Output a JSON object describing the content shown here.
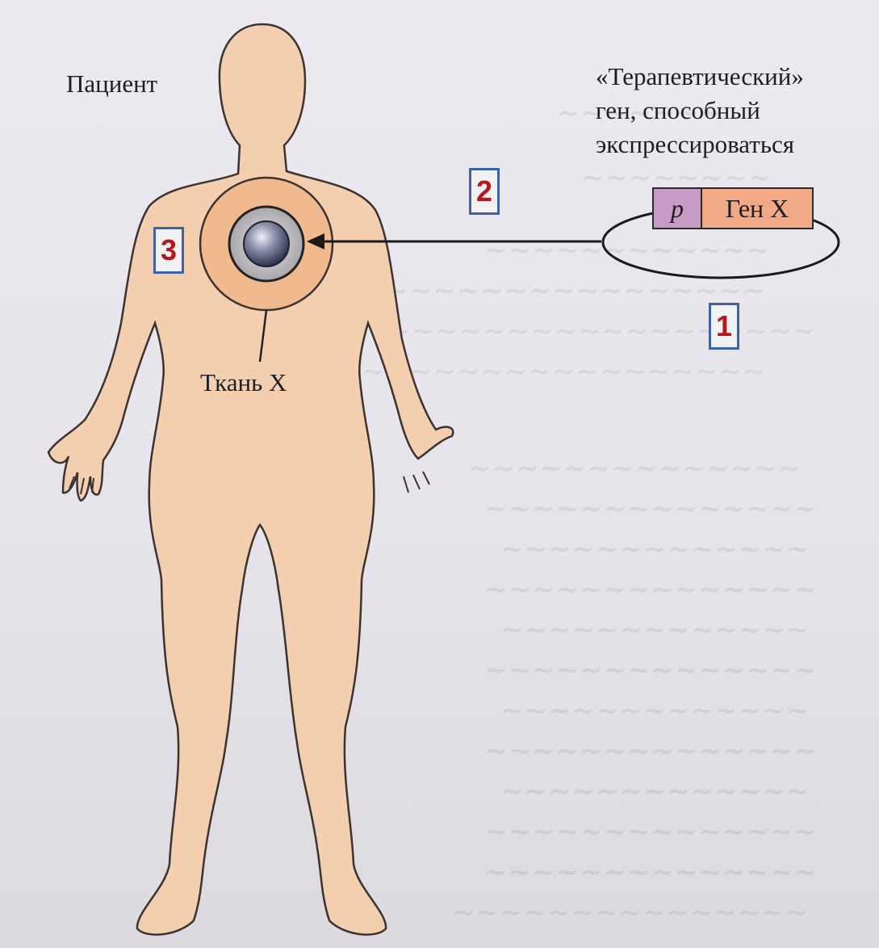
{
  "patient_label": "Пациент",
  "tissue_label": "Ткань Х",
  "gene_caption": {
    "line1": "«Терапевтический»",
    "line2": "ген, способный",
    "line3": "экспрессироваться"
  },
  "plasmid": {
    "promoter_label": "p",
    "gene_label": "Ген Х",
    "promoter_color": "#c79bc4",
    "gene_color": "#f1aa85"
  },
  "badges": [
    "1",
    "2",
    "3"
  ],
  "colors": {
    "body_fill": "#f3cfb0",
    "tissue_ring": "#f0b98e",
    "badge_border": "#3c62a8",
    "badge_text": "#b8161b"
  }
}
